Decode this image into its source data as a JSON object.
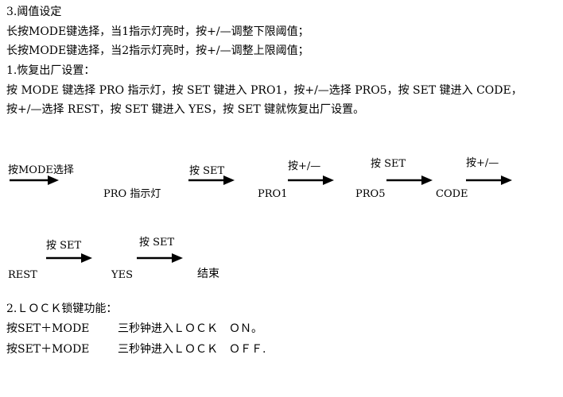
{
  "section_threshold": {
    "title": "3.阈值设定",
    "line1": "长按MODE键选择，当1指示灯亮时，按+/—调整下限阈值；",
    "line2": "长按MODE键选择，当2指示灯亮时，按+/—调整上限阈值；"
  },
  "section_factory": {
    "title": "1.恢复出厂设置：",
    "line1": "按 MODE 键选择 PRO 指示灯，按 SET 键进入 PRO1，按+/—选择 PRO5，按 SET 键进入 CODE，",
    "line2": "按+/—选择 REST，按 SET 键进入 YES，按 SET 键就恢复出厂设置。"
  },
  "flow": {
    "step1_action": "按MODE选择",
    "step1_result": "PRO  指示灯",
    "step2_action": "按 SET",
    "step2_result": "PRO1",
    "step3_action": "按+/—",
    "step3_result": "PRO5",
    "step4_action": "按 SET",
    "step4_result": "CODE",
    "step5_action": "按+/—",
    "step6_start": "REST",
    "step6_action": "按 SET",
    "step6_result": "YES",
    "step7_action": "按 SET",
    "step7_result": "结束"
  },
  "section_lock": {
    "title": "2.ＬＯＣＫ锁键功能：",
    "row1_keys": "按SET＋MODE",
    "row1_action": "三秒钟进入ＬＯＣＫ　ＯＮ。",
    "row2_keys": "按SET＋MODE",
    "row2_action": "三秒钟进入ＬＯＣＫ　ＯＦＦ."
  }
}
